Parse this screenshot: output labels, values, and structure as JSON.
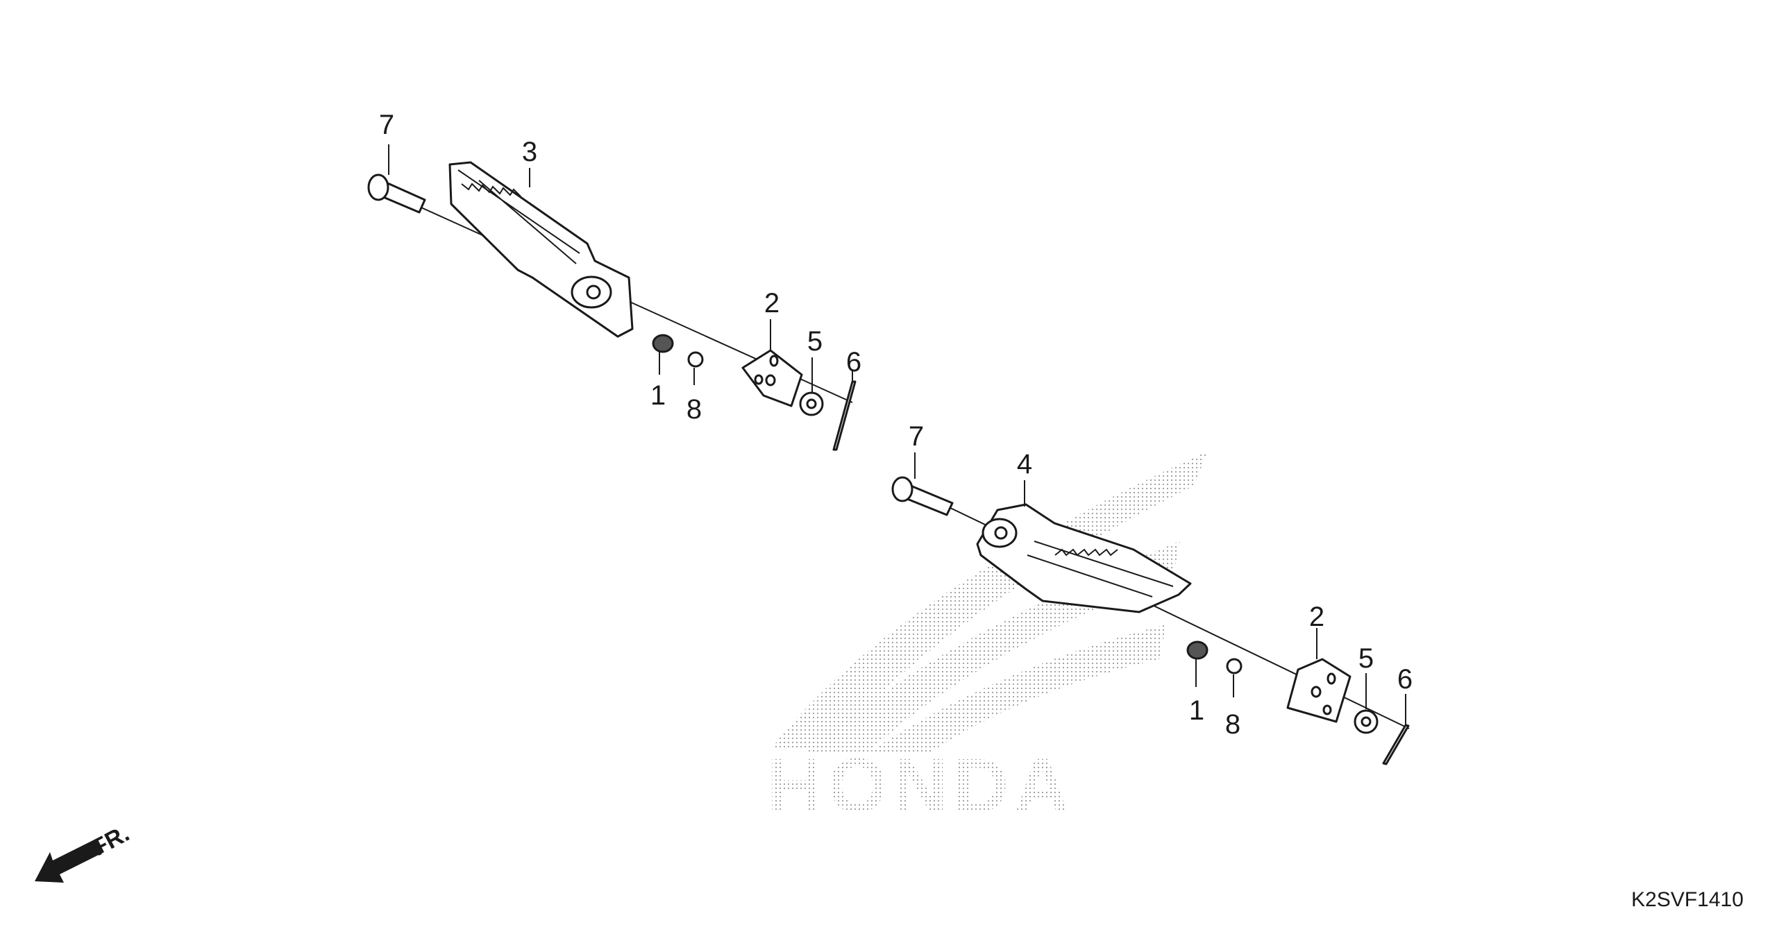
{
  "diagram": {
    "code": "K2SVF1410",
    "watermark": "HONDA",
    "direction_label": "FR.",
    "left_assembly": {
      "labels": {
        "pin": "7",
        "footpeg": "3",
        "bolt": "1",
        "ball": "8",
        "plate": "2",
        "washer": "5",
        "cotter_pin": "6"
      }
    },
    "right_assembly": {
      "labels": {
        "pin": "7",
        "footpeg": "4",
        "bolt": "1",
        "ball": "8",
        "plate": "2",
        "washer": "5",
        "cotter_pin": "6"
      }
    }
  }
}
